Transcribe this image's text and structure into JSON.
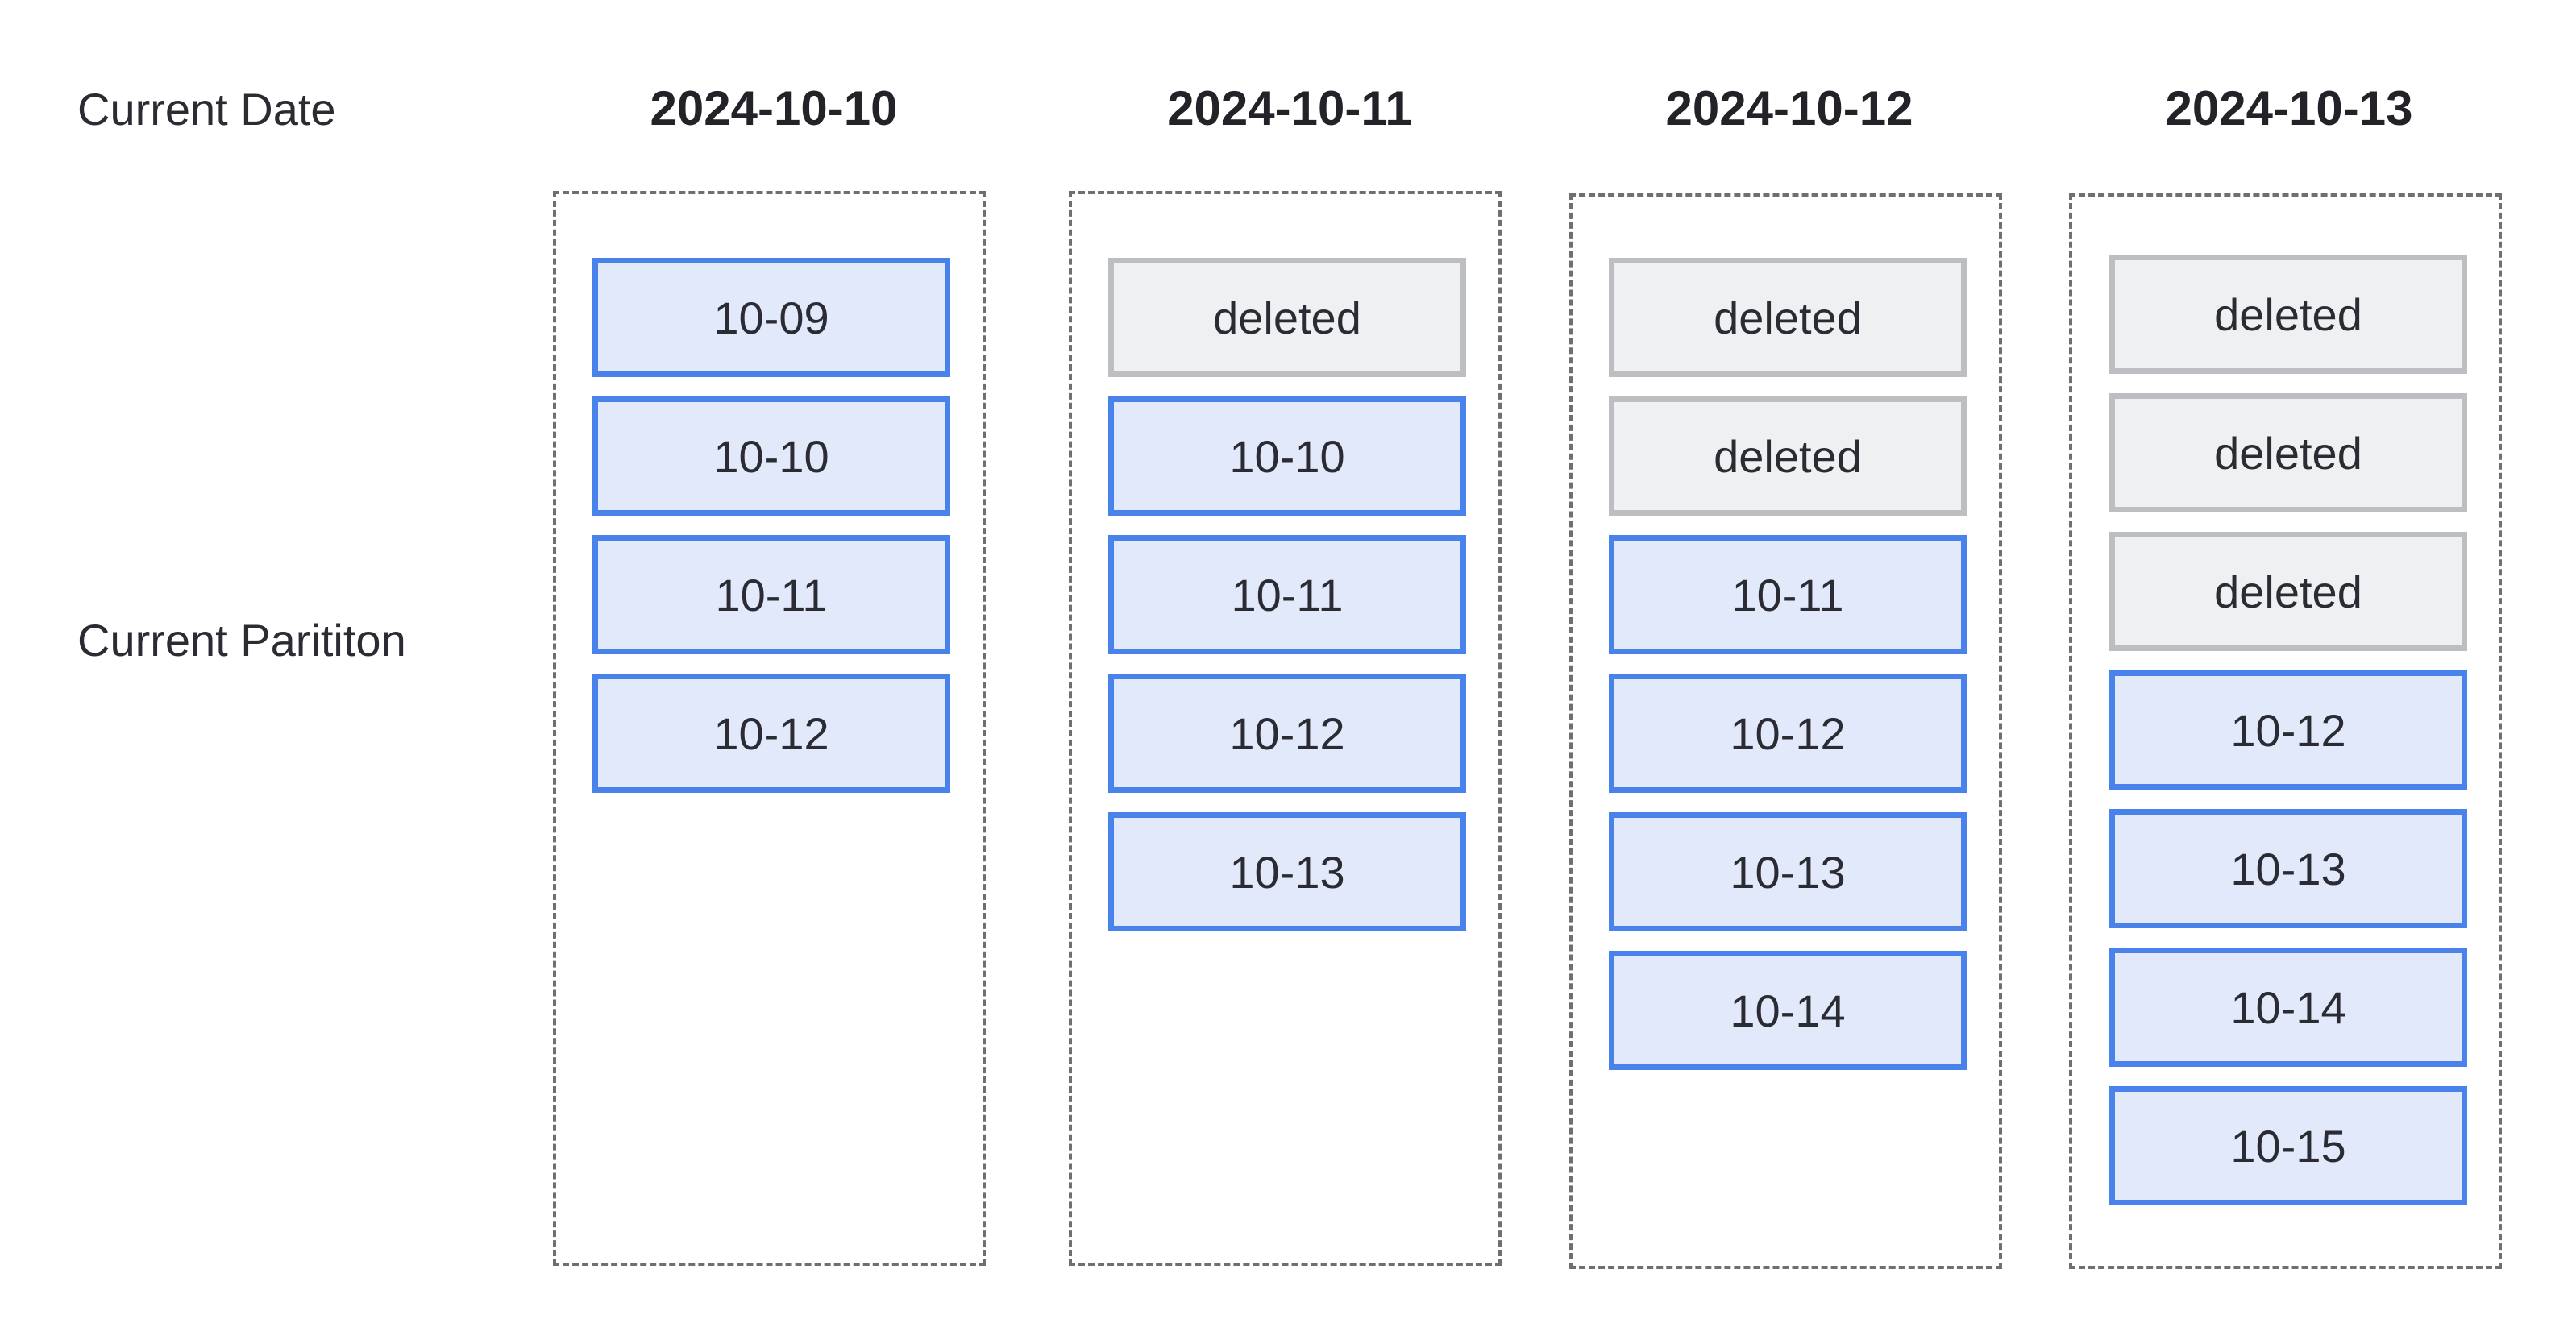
{
  "row_labels": {
    "date": "Current Date",
    "partition": "Current Parititon"
  },
  "columns": [
    {
      "date": "2024-10-10",
      "cells": [
        {
          "label": "10-09",
          "state": "active"
        },
        {
          "label": "10-10",
          "state": "active"
        },
        {
          "label": "10-11",
          "state": "active"
        },
        {
          "label": "10-12",
          "state": "active"
        }
      ]
    },
    {
      "date": "2024-10-11",
      "cells": [
        {
          "label": "deleted",
          "state": "deleted"
        },
        {
          "label": "10-10",
          "state": "active"
        },
        {
          "label": "10-11",
          "state": "active"
        },
        {
          "label": "10-12",
          "state": "active"
        },
        {
          "label": "10-13",
          "state": "active"
        }
      ]
    },
    {
      "date": "2024-10-12",
      "cells": [
        {
          "label": "deleted",
          "state": "deleted"
        },
        {
          "label": "deleted",
          "state": "deleted"
        },
        {
          "label": "10-11",
          "state": "active"
        },
        {
          "label": "10-12",
          "state": "active"
        },
        {
          "label": "10-13",
          "state": "active"
        },
        {
          "label": "10-14",
          "state": "active"
        }
      ]
    },
    {
      "date": "2024-10-13",
      "cells": [
        {
          "label": "deleted",
          "state": "deleted"
        },
        {
          "label": "deleted",
          "state": "deleted"
        },
        {
          "label": "deleted",
          "state": "deleted"
        },
        {
          "label": "10-12",
          "state": "active"
        },
        {
          "label": "10-13",
          "state": "active"
        },
        {
          "label": "10-14",
          "state": "active"
        },
        {
          "label": "10-15",
          "state": "active"
        }
      ]
    }
  ],
  "colors": {
    "active_fill": "#e1e9fb",
    "active_border": "#4a82ec",
    "deleted_fill": "#eff0f2",
    "deleted_border": "#bdbec2"
  }
}
